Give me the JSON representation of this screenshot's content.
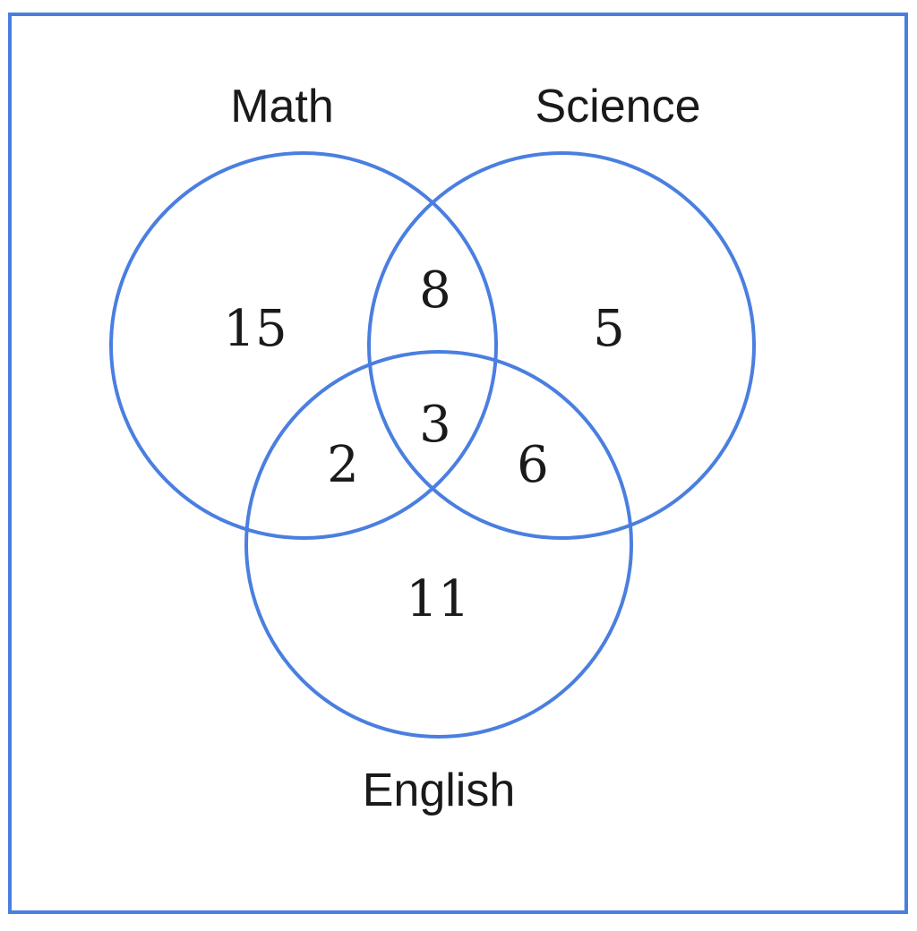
{
  "diagram": {
    "type": "venn-3",
    "accent_color": "#4a7fe0",
    "sets": {
      "math": "Math",
      "science": "Science",
      "english": "English"
    },
    "regions": {
      "math_only": "15",
      "science_only": "5",
      "english_only": "11",
      "math_science": "8",
      "math_english": "2",
      "science_english": "6",
      "all_three": "3"
    }
  }
}
